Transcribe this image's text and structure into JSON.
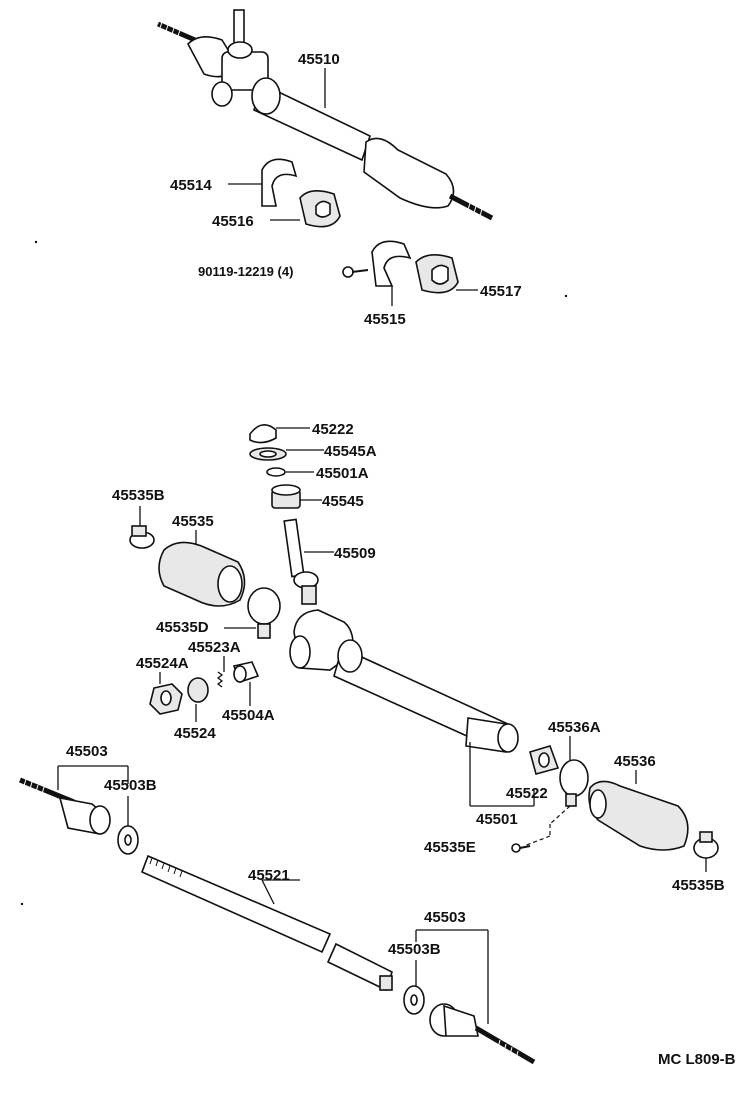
{
  "labels": {
    "p45510": "45510",
    "p45514": "45514",
    "p45516": "45516",
    "p90119": "90119-12219 (4)",
    "p45517": "45517",
    "p45515": "45515",
    "p45222": "45222",
    "p45545A": "45545A",
    "p45501A": "45501A",
    "p45545": "45545",
    "p45535B_top": "45535B",
    "p45535": "45535",
    "p45509": "45509",
    "p45535D": "45535D",
    "p45523A": "45523A",
    "p45524A": "45524A",
    "p45504A": "45504A",
    "p45524": "45524",
    "p45503_left": "45503",
    "p45503B_left": "45503B",
    "p45536A": "45536A",
    "p45536": "45536",
    "p45522": "45522",
    "p45501": "45501",
    "p45535E": "45535E",
    "p45535B_right": "45535B",
    "p45521": "45521",
    "p45503_right": "45503",
    "p45503B_right": "45503B",
    "code": "MC L809-B"
  }
}
